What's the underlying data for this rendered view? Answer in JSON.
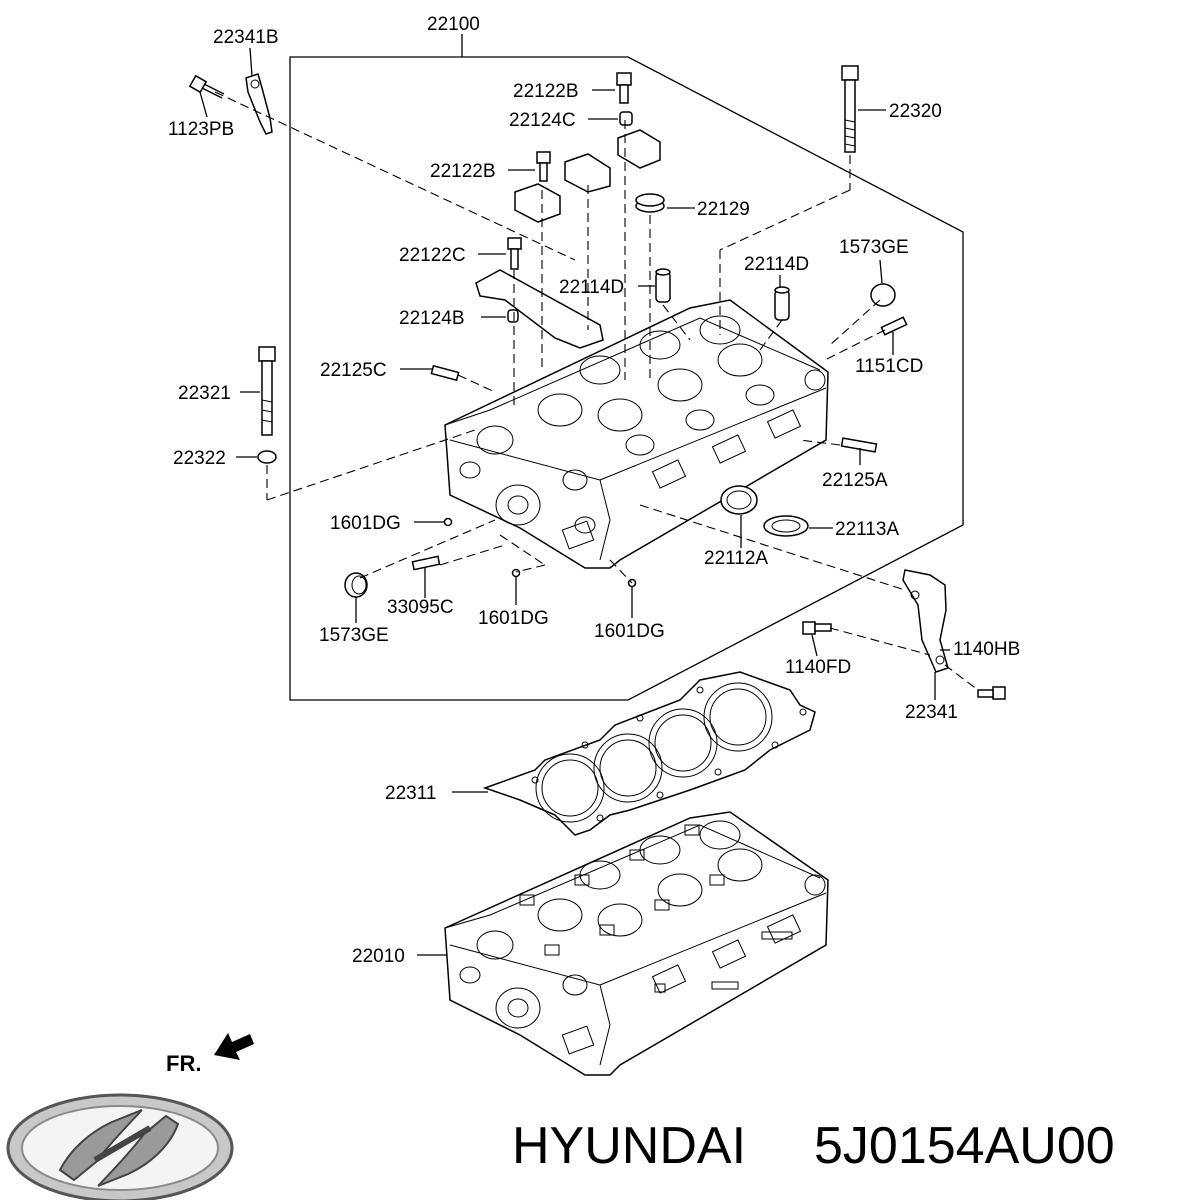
{
  "callouts": {
    "c22100": "22100",
    "c22341B": "22341B",
    "c1123PB": "1123PB",
    "c22122B_top": "22122B",
    "c22124C": "22124C",
    "c22320": "22320",
    "c22122B_mid": "22122B",
    "c22129": "22129",
    "c22122C": "22122C",
    "c22114D_left": "22114D",
    "c22114D_right": "22114D",
    "c1573GE_top": "1573GE",
    "c22124B": "22124B",
    "c1151CD": "1151CD",
    "c22125C": "22125C",
    "c22321": "22321",
    "c22322": "22322",
    "c22125A": "22125A",
    "c1601DG_left": "1601DG",
    "c22113A": "22113A",
    "c22112A": "22112A",
    "c1573GE_bottom": "1573GE",
    "c33095C": "33095C",
    "c1601DG_mid": "1601DG",
    "c1601DG_right": "1601DG",
    "c1140HB": "1140HB",
    "c1140FD": "1140FD",
    "c22341": "22341",
    "c22311": "22311",
    "c22010": "22010"
  },
  "orientation_label": "FR.",
  "brand": {
    "name": "HYUNDAI",
    "part_number": "5J0154AU00",
    "logo_icon": "hyundai-logo-icon"
  }
}
